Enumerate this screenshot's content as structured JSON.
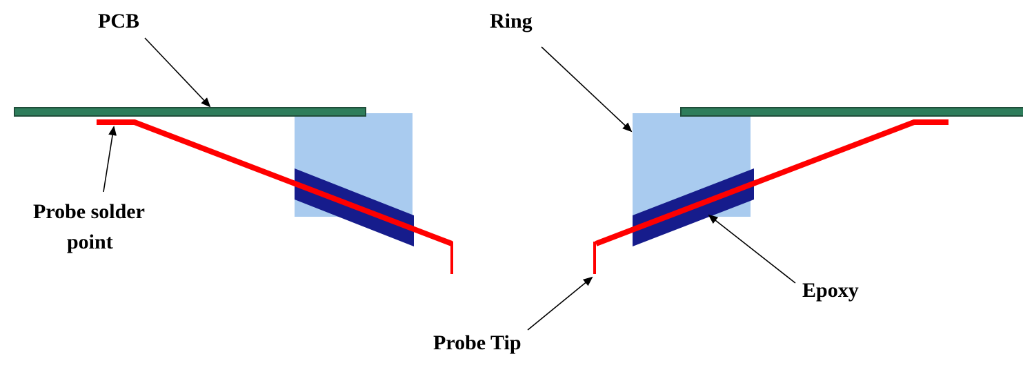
{
  "labels": {
    "pcb": "PCB",
    "ring": "Ring",
    "probe_solder_line1": "Probe solder",
    "probe_solder_line2": "point",
    "epoxy": "Epoxy",
    "probe_tip": "Probe Tip"
  },
  "colors": {
    "pcb": "#2e7d5b",
    "pcb_outline": "#1f4d3a",
    "ring": "#a9cbef",
    "epoxy": "#161c8c",
    "probe": "#ff0000",
    "arrow": "#000000",
    "text": "#000000"
  }
}
